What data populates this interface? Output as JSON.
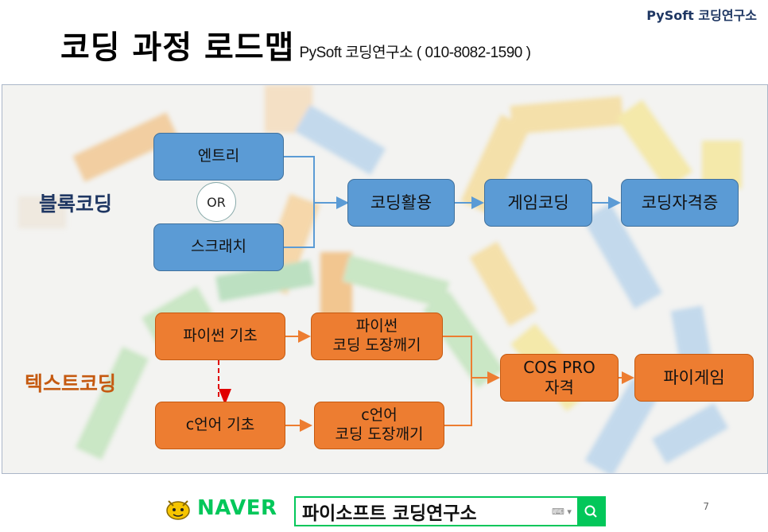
{
  "brand": "PySoft 코딩연구소",
  "title": "코딩 과정 로드맵",
  "subtitle": "PySoft 코딩연구소 ( 010-8082-1590 )",
  "rows": {
    "block_label": "블록코딩",
    "text_label": "텍스트코딩"
  },
  "nodes": {
    "entry": "엔트리",
    "or": "OR",
    "scratch": "스크래치",
    "coding_use": "코딩활용",
    "game_coding": "게임코딩",
    "coding_cert": "코딩자격증",
    "python_basic": "파이썬 기초",
    "python_dojo": "파이썬\n코딩 도장깨기",
    "c_basic": "c언어 기초",
    "c_dojo": "c언어\n코딩 도장깨기",
    "cos_pro": "COS PRO\n자격",
    "python_game": "파이게임"
  },
  "footer": {
    "naver": "NAVER",
    "search_query": "파이소프트 코딩연구소",
    "page_number": "7"
  },
  "colors": {
    "blue_node": "#5b9bd5",
    "orange_node": "#ed7d31",
    "naver_green": "#03c75a",
    "dashed_arrow": "#e00000"
  }
}
